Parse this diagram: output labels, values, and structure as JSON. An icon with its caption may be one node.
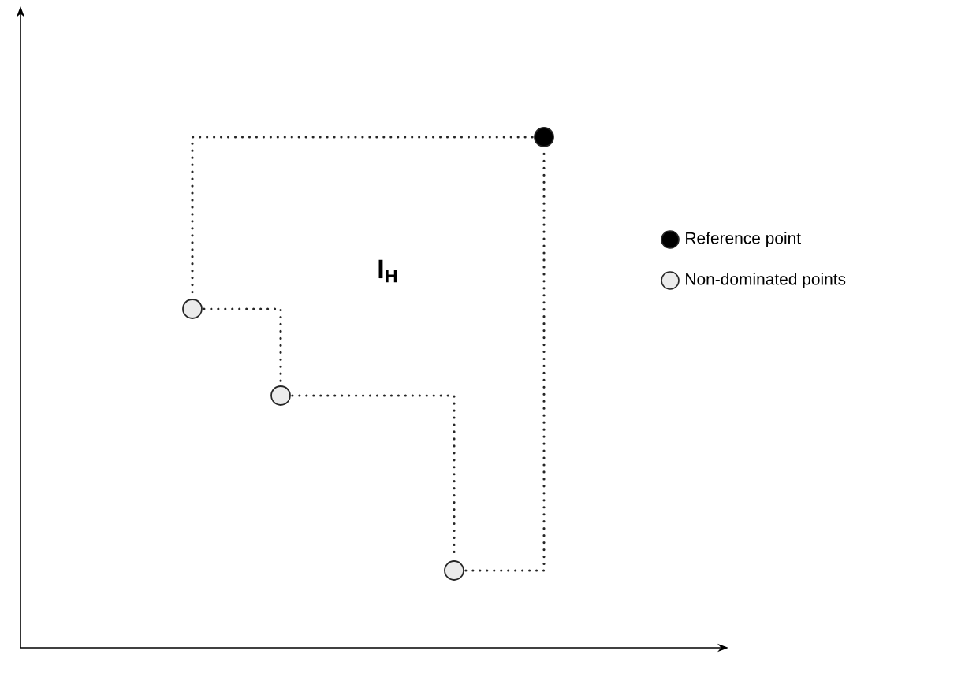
{
  "diagram": {
    "nodes": [
      {
        "text": [],
        "shape": "circle"
      },
      {
        "text": [],
        "shape": "circle"
      },
      {
        "text": [],
        "shape": "circle"
      },
      {
        "text": [],
        "shape": "circle"
      }
    ],
    "edges": [
      {
        "from": 0,
        "to": 1,
        "arrow": "none"
      },
      {
        "from": 1,
        "to": 2,
        "arrow": "none"
      },
      {
        "from": 2,
        "to": 3,
        "arrow": "none"
      },
      {
        "from": 3,
        "to": 0,
        "arrow": "none"
      }
    ],
    "labels": [
      "I$_{H}$"
    ],
    "legend": [
      {
        "text": "Reference point"
      },
      {
        "text": "Non-dominated points"
      }
    ]
  }
}
